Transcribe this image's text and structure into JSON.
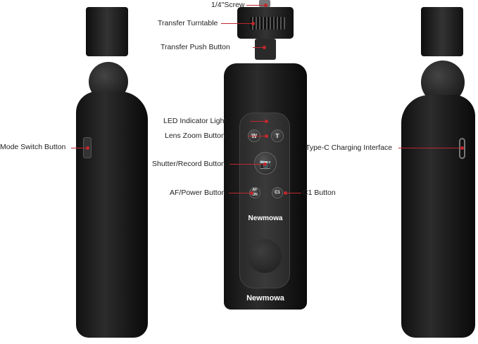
{
  "labels": {
    "screw": "1/4\"Screw",
    "turntable": "Transfer Turntable",
    "push_button": "Transfer Push Button",
    "led": "LED Indicator Light",
    "lens_zoom": "Lens Zoom Button",
    "shutter": "Shutter/Record Button",
    "af_power": "AF/Power Button",
    "c1": "C1 Button",
    "mode_switch": "Mode Switch Button",
    "type_c": "Type-C Charging Interface"
  },
  "device": {
    "brand": "Newmowa",
    "zoom_wide": "W",
    "zoom_tele": "T",
    "af_on": "AF ON",
    "c1": "C1"
  },
  "colors": {
    "leader": "#c0272d",
    "body": "#1a1a1a"
  }
}
